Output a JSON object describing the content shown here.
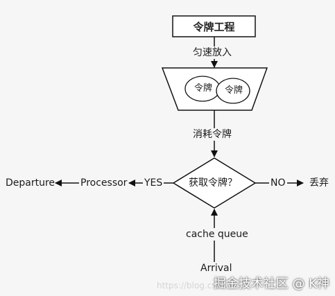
{
  "diagram": {
    "token_project": "令牌工程",
    "uniform_put": "匀速放入",
    "token_a": "令牌",
    "token_b": "令牌",
    "consume_token": "消耗令牌",
    "decision": "获取令牌？",
    "yes_label": "YES",
    "no_label": "NO",
    "discard": "丢弃",
    "processor": "Processor",
    "departure": "Departure",
    "cache_queue": "cache queue",
    "arrival": "Arrival"
  },
  "watermark": {
    "text": "掘金技术社区 @ K神",
    "faint": "https://blog.csdn.net/"
  },
  "colors": {
    "background": "#f6f6f6",
    "stroke": "#111111",
    "fill": "#ffffff"
  }
}
